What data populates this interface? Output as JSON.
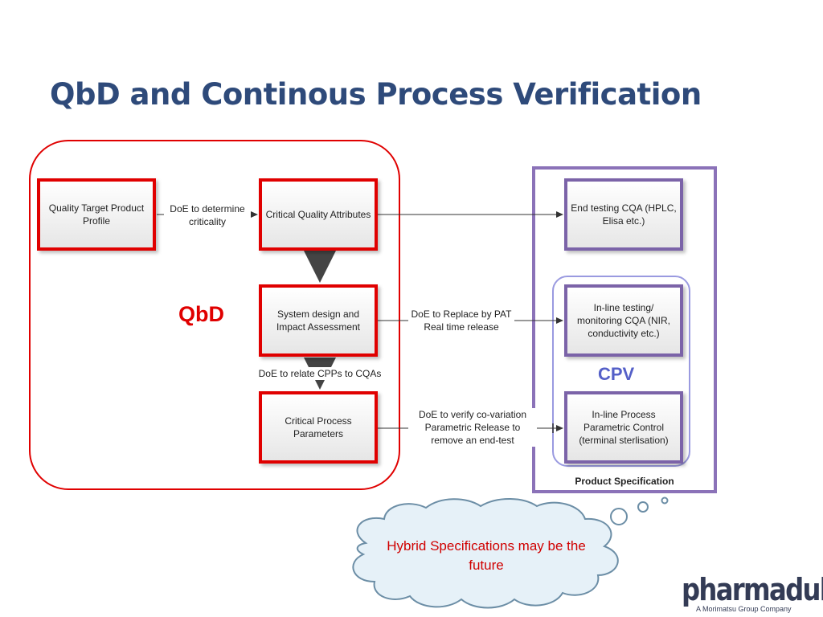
{
  "slide": {
    "title": "QbD and Continous Process Verification"
  },
  "qbd": {
    "label": "QbD",
    "boxes": {
      "qtpp": "Quality Target Product Profile",
      "cqa": "Critical Quality Attributes",
      "system_design": "System design and Impact Assessment",
      "cpp": "Critical Process Parameters"
    },
    "labels": {
      "doe_criticality": "DoE to determine criticality",
      "doe_relate": "DoE to relate CPPs to CQAs"
    }
  },
  "cpv": {
    "label": "CPV",
    "spec_label": "Product Specification",
    "boxes": {
      "end_testing": "End testing CQA (HPLC, Elisa etc.)",
      "inline_testing": "In-line testing/ monitoring CQA (NIR, conductivity etc.)",
      "inline_process": "In-line Process Parametric Control (terminal sterlisation)"
    }
  },
  "links": {
    "doe_replace": "DoE to Replace by PAT Real time release",
    "doe_verify": "DoE to verify co-variation Parametric Release to remove an end-test"
  },
  "cloud": {
    "text": "Hybrid Specifications may be the future"
  },
  "logo": {
    "name": "pharmadule",
    "tagline": "A Morimatsu Group Company"
  },
  "colors": {
    "title": "#2e4a7a",
    "qbd_red": "#e00000",
    "cpv_purple": "#7b63a8",
    "cpv_blue": "#5560c8"
  }
}
